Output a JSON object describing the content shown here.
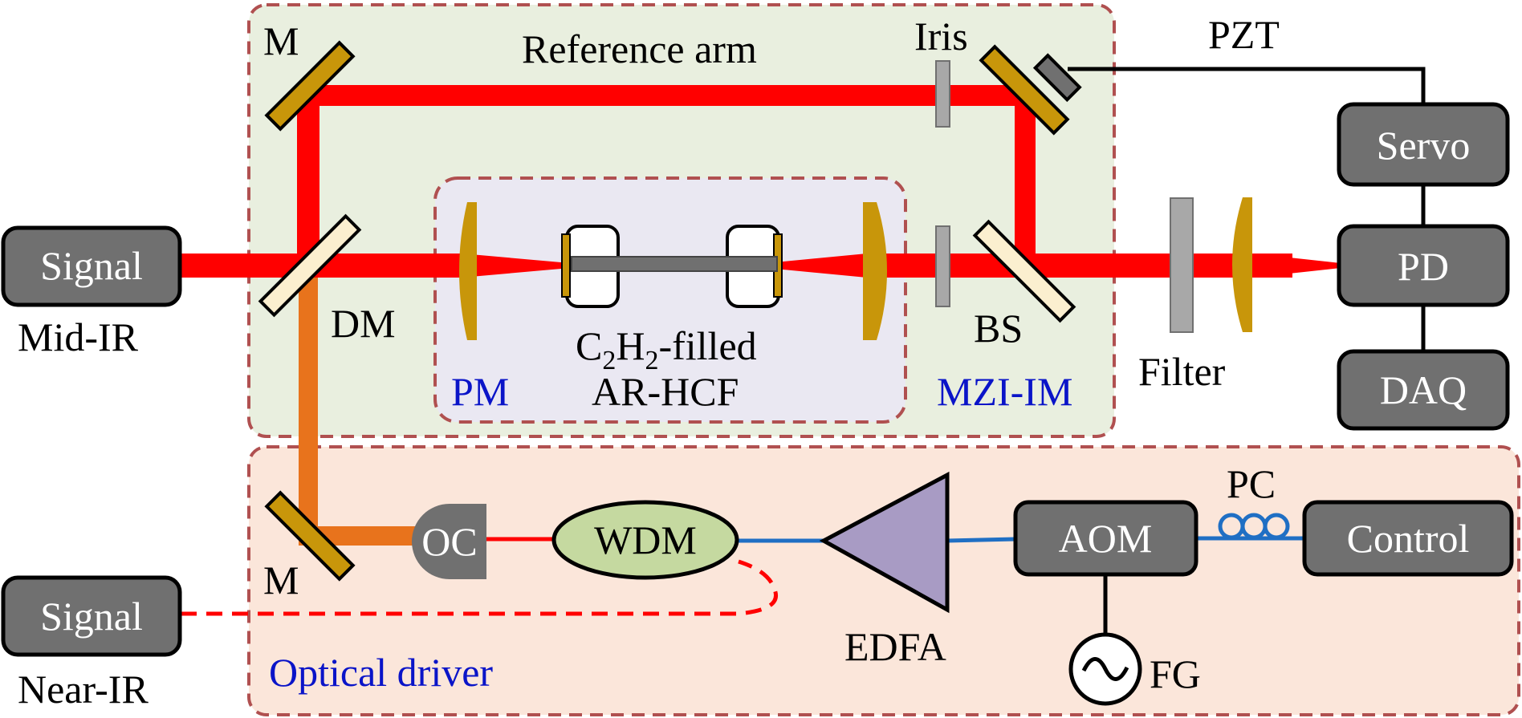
{
  "regions": {
    "reference_title": "Reference arm",
    "cell_title_main": "C",
    "cell_title_sub1": "2",
    "cell_title_mid": "H",
    "cell_title_sub2": "2",
    "cell_title_end": "-filled",
    "cell_title_line2": "AR-HCF",
    "optical_driver": "Optical driver"
  },
  "boxes": {
    "signal_mid": "Signal",
    "signal_near": "Signal",
    "servo": "Servo",
    "pd": "PD",
    "daq": "DAQ",
    "aom": "AOM",
    "control": "Control",
    "wdm": "WDM",
    "oc": "OC"
  },
  "labels": {
    "mid_ir": "Mid-IR",
    "near_ir": "Near-IR",
    "mirror_top": "M",
    "mirror_bottom": "M",
    "dm": "DM",
    "iris": "Iris",
    "pzt": "PZT",
    "bs": "BS",
    "filter": "Filter",
    "pm": "PM",
    "mzi_im": "MZI-IM",
    "pc": "PC",
    "edfa": "EDFA",
    "fg": "FG"
  },
  "colors": {
    "beam": "#ff0000",
    "pump_beam": "#e8731c",
    "fiber_blue": "#1f6fc4",
    "box_fill": "#707070",
    "mirror_gold": "#c8960a",
    "lens_gold": "#c8960a",
    "reference_bg": "#e9efdf",
    "cell_bg": "#eae8f2",
    "driver_bg": "#fbe6da",
    "border_dash": "#b05050",
    "edfa_fill": "#a89bc4",
    "wdm_fill": "#c5d9a0",
    "blue_text": "#0a14c8"
  }
}
